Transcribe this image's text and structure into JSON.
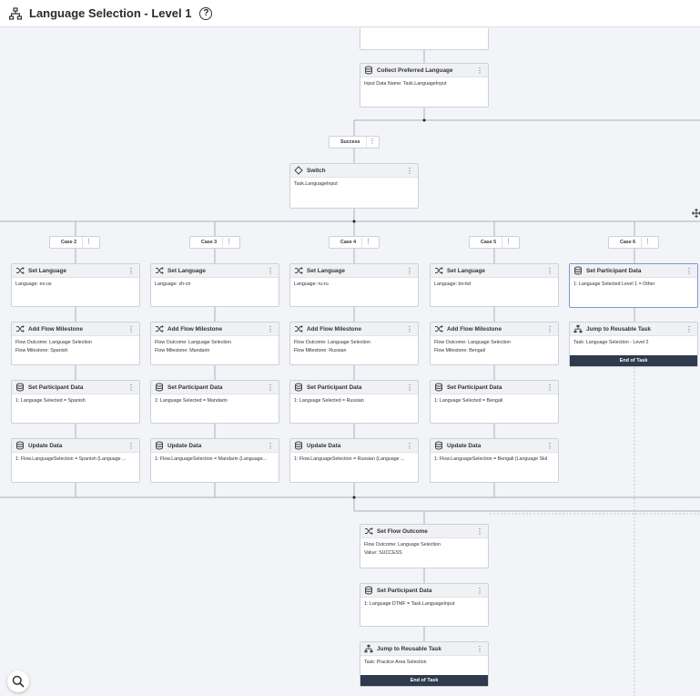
{
  "header": {
    "title": "Language Selection - Level 1",
    "help_symbol": "?"
  },
  "nodes": {
    "collect": {
      "title": "Collect Preferred Language",
      "lines": [
        "Input Data Name: Task.LanguageInput"
      ]
    },
    "success": {
      "label": "Success"
    },
    "switch": {
      "title": "Switch",
      "lines": [
        "Task.LanguageInput"
      ]
    },
    "cases": [
      {
        "label": "Case 2"
      },
      {
        "label": "Case 3"
      },
      {
        "label": "Case 4"
      },
      {
        "label": "Case 5"
      },
      {
        "label": "Case 6"
      }
    ],
    "set_language": [
      {
        "title": "Set Language",
        "lines": [
          "Language: es-us"
        ]
      },
      {
        "title": "Set Language",
        "lines": [
          "Language: zh-cn"
        ]
      },
      {
        "title": "Set Language",
        "lines": [
          "Language: ru-ru"
        ]
      },
      {
        "title": "Set Language",
        "lines": [
          "Language: bn-bd"
        ]
      }
    ],
    "milestone": [
      {
        "title": "Add Flow Milestone",
        "lines": [
          "Flow Outcome: Language Selection",
          "Flow Milestone: Spanish"
        ]
      },
      {
        "title": "Add Flow Milestone",
        "lines": [
          "Flow Outcome: Language Selection",
          "Flow Milestone: Mandarin"
        ]
      },
      {
        "title": "Add Flow Milestone",
        "lines": [
          "Flow Outcome: Language Selection",
          "Flow Milestone: Russian"
        ]
      },
      {
        "title": "Add Flow Milestone",
        "lines": [
          "Flow Outcome: Language Selection",
          "Flow Milestone: Bengali"
        ]
      }
    ],
    "participant": [
      {
        "title": "Set Participant Data",
        "lines": [
          "1: Language Selected = Spanish"
        ]
      },
      {
        "title": "Set Participant Data",
        "lines": [
          "1: Language Selected = Mandarin"
        ]
      },
      {
        "title": "Set Participant Data",
        "lines": [
          "1: Language Selected = Russian"
        ]
      },
      {
        "title": "Set Participant Data",
        "lines": [
          "1: Language Selected = Bengali"
        ]
      }
    ],
    "update": [
      {
        "title": "Update Data",
        "lines": [
          "1: Flow.LanguageSelection = Spanish (Language ..."
        ]
      },
      {
        "title": "Update Data",
        "lines": [
          "1: Flow.LanguageSelection = Mandarin (Language..."
        ]
      },
      {
        "title": "Update Data",
        "lines": [
          "1: Flow.LanguageSelection = Russian (Language ..."
        ]
      },
      {
        "title": "Update Data",
        "lines": [
          "1: Flow.LanguageSelection = Bengali (Language Skil"
        ]
      }
    ],
    "case6_participant": {
      "title": "Set Participant Data",
      "lines": [
        "1: Language Selected Level 1 = Other"
      ]
    },
    "case6_jump": {
      "title": "Jump to Reusable Task",
      "lines": [
        "Task: Language Selection - Level 2"
      ],
      "end": "End of Task"
    },
    "set_outcome": {
      "title": "Set Flow Outcome",
      "lines": [
        "Flow Outcome: Language Selection",
        "Value: SUCCESS"
      ]
    },
    "final_participant": {
      "title": "Set Participant Data",
      "lines": [
        "1: Language DTMF = Task.LanguageInput"
      ]
    },
    "final_jump": {
      "title": "Jump to Reusable Task",
      "lines": [
        "Task: Practice Area Selection"
      ],
      "end": "End of Task"
    }
  },
  "icons": {
    "flow": "flow-tree-icon",
    "help": "help-circle-icon",
    "database": "database-icon",
    "switch": "diamond-icon",
    "shuffle": "shuffle-icon",
    "jump": "hierarchy-icon",
    "menu": "kebab-menu-icon",
    "search": "search-icon",
    "drag": "move-cursor-icon"
  },
  "colors": {
    "end_bar": "#2f3a4c",
    "selected_border": "#7b97d6",
    "wire": "#a9afbb"
  }
}
